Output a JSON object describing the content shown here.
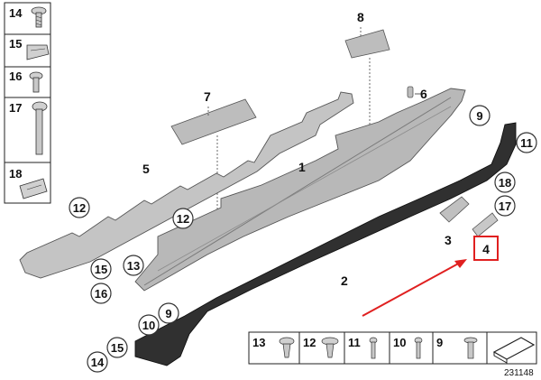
{
  "diagram": {
    "side_panel": [
      "14",
      "15",
      "16",
      "17",
      "18"
    ],
    "bottom_legend": [
      "13",
      "12",
      "11",
      "10",
      "9"
    ],
    "drawing_number": "231148",
    "callouts": {
      "c1": "1",
      "c2": "2",
      "c3": "3",
      "c4": "4",
      "c5": "5",
      "c6": "6",
      "c7": "7",
      "c8": "8",
      "c9_top": "9",
      "c11_top": "11",
      "c18": "18",
      "c17": "17",
      "c12_left": "12",
      "c12_mid": "12",
      "c13": "13",
      "c15_left": "15",
      "c16_left": "16",
      "c9_low": "9",
      "c10_low": "10",
      "c15_low": "15",
      "c14_low": "14"
    },
    "highlight": {
      "target": "4",
      "color": "#e02020"
    },
    "colors": {
      "gray_part": "#bdbdbd",
      "dark_part": "#2f2f2f",
      "line": "#333333"
    }
  }
}
